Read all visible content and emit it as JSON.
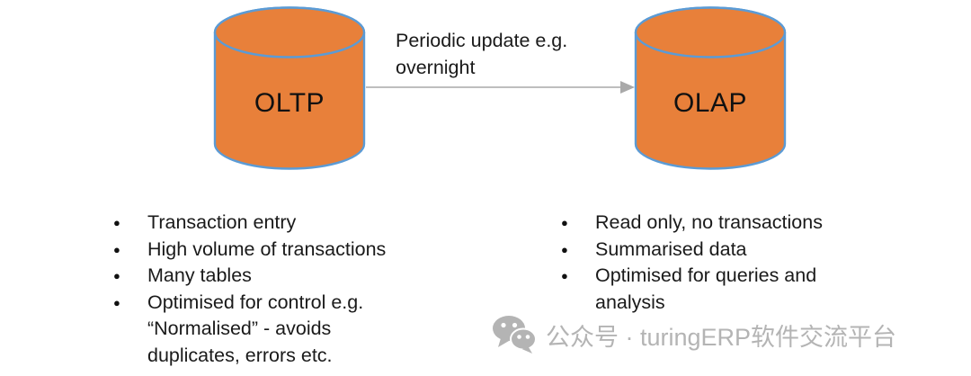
{
  "diagram": {
    "left_cylinder": {
      "label": "OLTP"
    },
    "right_cylinder": {
      "label": "OLAP"
    },
    "arrow_label": "Periodic update e.g.\novernight",
    "left_bullets": [
      "Transaction entry",
      "High volume of transactions",
      "Many tables",
      "Optimised for control e.g.\n“Normalised” - avoids\nduplicates, errors etc."
    ],
    "right_bullets": [
      "Read only, no transactions",
      "Summarised data",
      "Optimised for queries and\nanalysis"
    ],
    "colors": {
      "cylinder_fill": "#E8803A",
      "cylinder_stroke": "#5B9BD5",
      "arrow": "#A9A9A9",
      "text": "#1A1A1A",
      "watermark": "#B4B4B4"
    }
  },
  "watermark": {
    "icon": "wechat-icon",
    "text": "公众号 · turingERP软件交流平台"
  }
}
